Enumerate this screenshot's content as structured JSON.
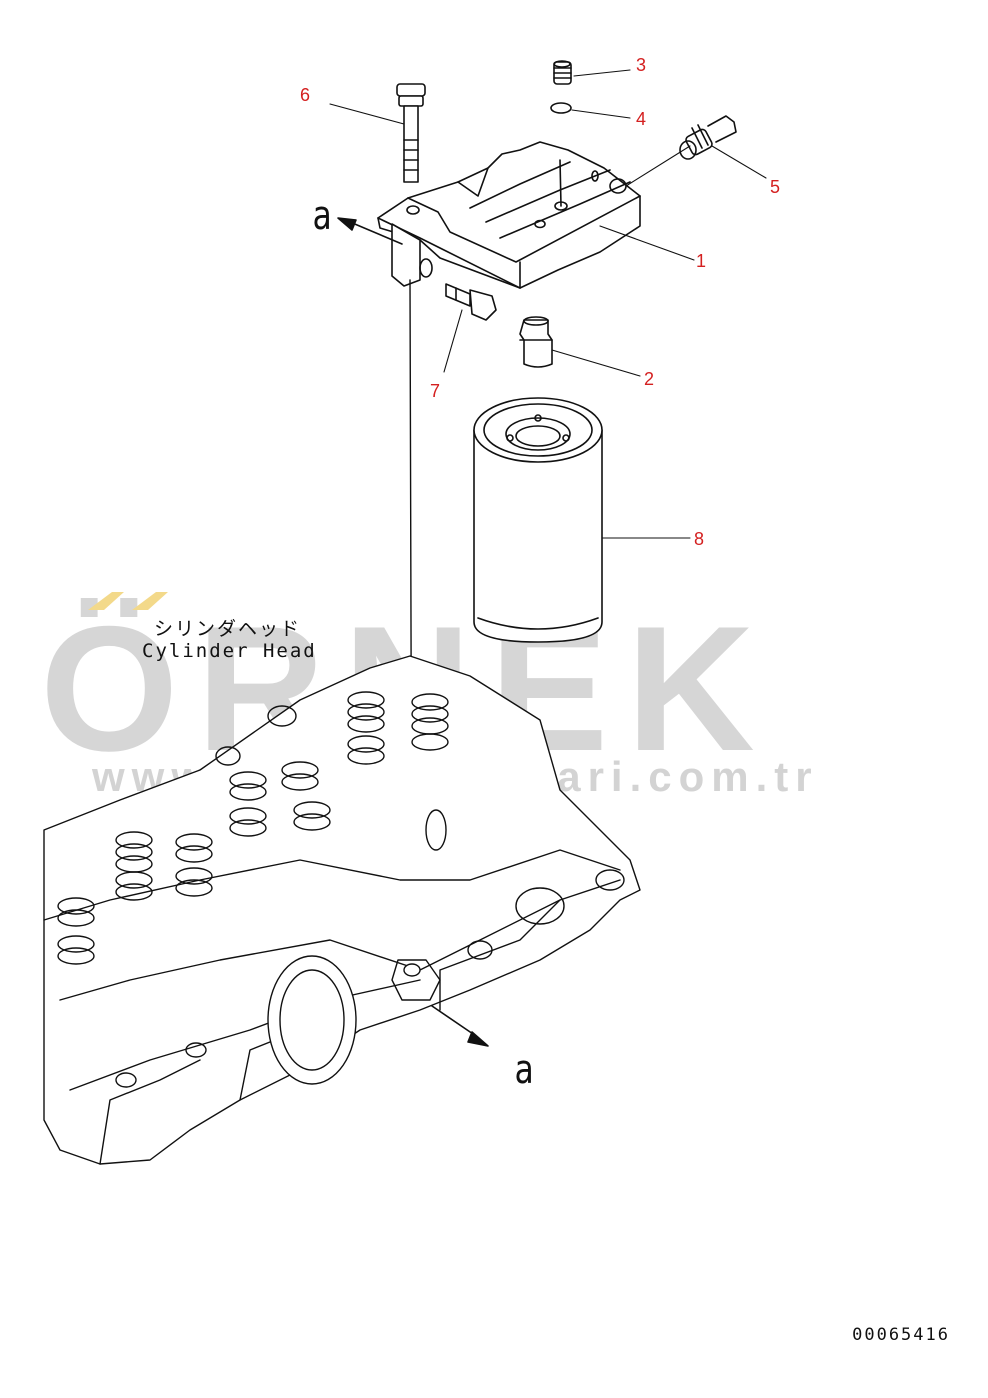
{
  "callouts": {
    "c1": "1",
    "c2": "2",
    "c3": "3",
    "c4": "4",
    "c5": "5",
    "c6": "6",
    "c7": "7",
    "c8": "8"
  },
  "view_markers": {
    "top": "a",
    "bottom": "a"
  },
  "labels": {
    "cylinder_head_jp": "シリンダヘッド",
    "cylinder_head_en": "Cylinder Head"
  },
  "watermark": {
    "brand": "ÖRNEK",
    "url": "www.ornekiskinalari.com.tr"
  },
  "document_number": "00065416",
  "colors": {
    "callout": "#d42020",
    "line": "#111111",
    "watermark": "#c9c9c9",
    "watermark_accent": "#f3d98a"
  }
}
